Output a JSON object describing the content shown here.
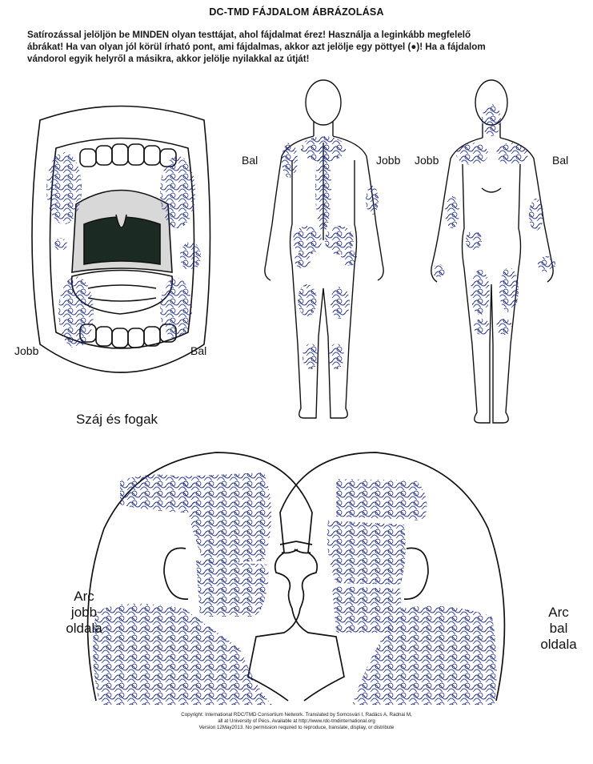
{
  "title": "DC-TMD FÁJDALOM ÁBRÁZOLÁSA",
  "instructions": [
    "Satírozással jelöljön be MINDEN olyan testtájat, ahol fájdalmat érez! Használja a leginkább megfelelő",
    "ábrákat! Ha van olyan jól körül írható pont, ami fájdalmas, akkor azt jelölje egy pöttyel (●)! Ha a fájdalom",
    "vándorol egyik helyről a másikra, akkor jelölje nyilakkal az útját!"
  ],
  "mouth": {
    "left_label": "Jobb",
    "right_label": "Bal",
    "caption": "Száj és fogak"
  },
  "body_back": {
    "left_label": "Bal",
    "right_label": "Jobb"
  },
  "body_front": {
    "left_label": "Jobb",
    "right_label": "Bal"
  },
  "face_right": {
    "label_lines": [
      "Arc",
      "jobb",
      "oldala"
    ]
  },
  "face_left": {
    "label_lines": [
      "Arc",
      "bal",
      "oldala"
    ]
  },
  "copyright": [
    "Copyright: International RDC/TMD Consortium Network.  Translated by Somosvári I, Radács A, Radnai M,",
    "all at University of Pécs. Available at http://www.rdc-tmdinternational.org",
    "Version 12May2013.  No permission required to reproduce, translate, display, or distribute"
  ],
  "colors": {
    "ink": "#1e2a8a",
    "outline": "#111111",
    "throat": "#1c2a24"
  }
}
